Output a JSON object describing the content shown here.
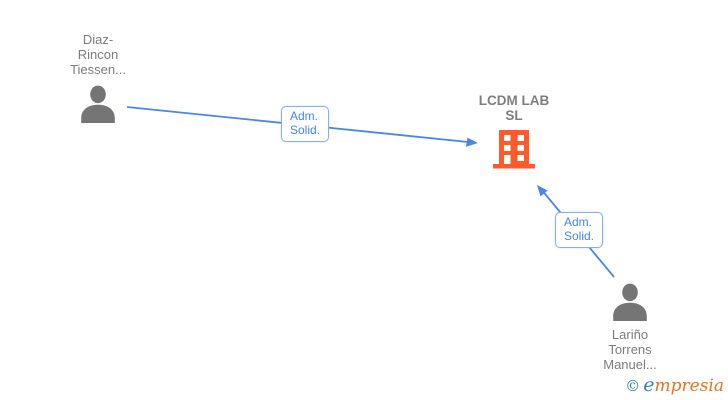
{
  "diagram": {
    "nodes": {
      "person1": {
        "type": "person",
        "label": "Diaz-\nRincon\nTiessen..."
      },
      "company": {
        "type": "company",
        "label": "LCDM LAB\nSL"
      },
      "person2": {
        "type": "person",
        "label": "Lariño\nTorrens\nManuel..."
      }
    },
    "edges": {
      "edge1": {
        "from": "person1",
        "to": "company",
        "label": "Adm.\nSolid."
      },
      "edge2": {
        "from": "person2",
        "to": "company",
        "label": "Adm.\nSolid."
      }
    }
  },
  "footer": {
    "copyright": "©",
    "brand_first": "e",
    "brand_rest": "mpresia"
  },
  "colors": {
    "edge_line": "#4a86e8",
    "edge_label_text": "#4285f4",
    "edge_label_border": "#84aef2",
    "node_text_gray": "#7b7b7b",
    "person_icon_gray": "#757575",
    "building_orange": "#ff5a2b",
    "logo_teal": "#2b7f8e",
    "logo_blue": "#3a7dc0",
    "logo_orange": "#e8731a",
    "background": "#ffffff"
  }
}
